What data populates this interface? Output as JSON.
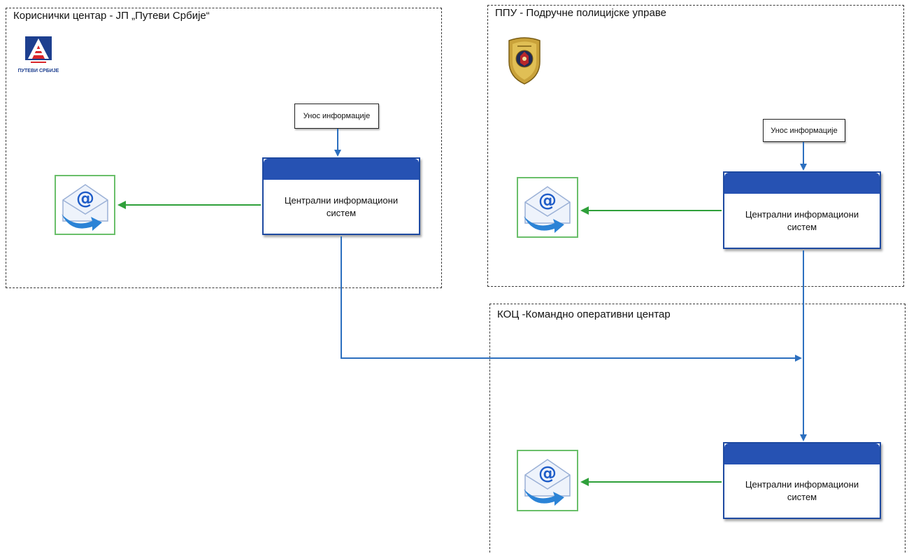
{
  "zones": {
    "customer_center": {
      "title": "Кориснички центар - ЈП „Путеви Србије“"
    },
    "ppu": {
      "title": "ППУ - Подручне полицијске управе"
    },
    "koc": {
      "title": "КОЦ -Командно оперативни центар"
    }
  },
  "nodes": {
    "cis_label": "Централни информациони систем",
    "input_label": "Унос информације",
    "logo_ps_text": "ПУТЕВИ СРБИЈЕ"
  },
  "colors": {
    "cis_header": "#2652b3",
    "cis_border": "#1e4aa1",
    "flow_arrow": "#2c6fbf",
    "mail_arrow": "#2fa03a",
    "mail_border": "#6abf6a"
  },
  "icons": [
    "email-icon",
    "putevi-srbije-logo",
    "police-badge-icon"
  ]
}
